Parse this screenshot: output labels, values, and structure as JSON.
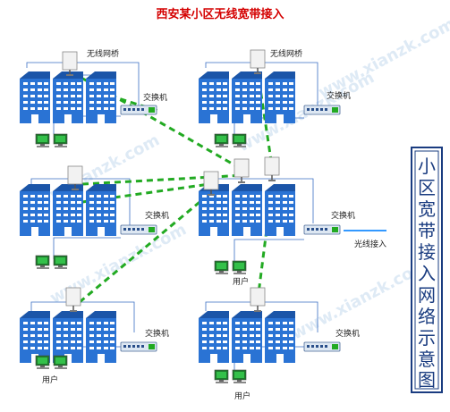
{
  "title": "西安某小区无线宽带接入",
  "side_title": [
    "小",
    "区",
    "宽",
    "带",
    "接",
    "入",
    "网",
    "络",
    "示",
    "意",
    "图"
  ],
  "labels": {
    "bridge_tl": "无线网桥",
    "bridge_tr": "无线网桥",
    "switch_tl": "交换机",
    "switch_tr": "交换机",
    "switch_ml": "交换机",
    "switch_mr": "交换机",
    "switch_bl": "交换机",
    "switch_br": "交换机",
    "fiber": "光线接入",
    "user_mr": "用户",
    "user_bl": "用户",
    "user_br": "用户"
  },
  "watermark": "www.xianzk.com",
  "colors": {
    "title": "#d40000",
    "building": "#2a73d4",
    "building_dark": "#1b55a8",
    "window": "#ffffff",
    "link": "#22aa22",
    "wire": "#3a6fc4",
    "fiber": "#3399ff",
    "side_border": "#1a3c80"
  },
  "icons": [
    "building-icon",
    "wireless-bridge-icon",
    "switch-icon",
    "computer-icon"
  ]
}
